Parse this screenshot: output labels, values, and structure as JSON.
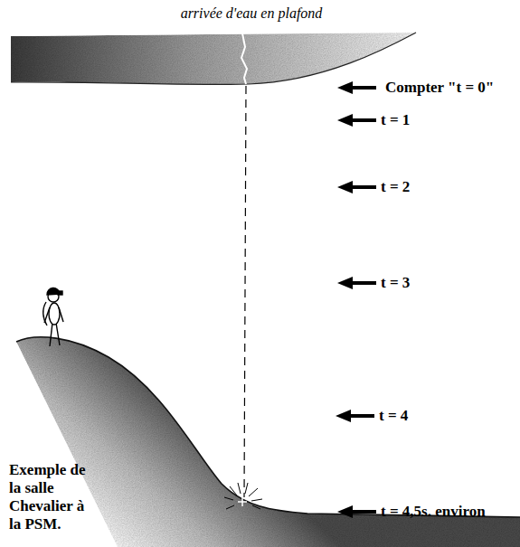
{
  "diagram": {
    "labels": [
      "arrivée d'eau en plafond",
      "Compter \"t = 0\"",
      "t = 1",
      "t = 2",
      "t = 3",
      "t = 4",
      "t = 4,5s. environ",
      "Exemple de la salle Chevalier à la PSM."
    ]
  }
}
